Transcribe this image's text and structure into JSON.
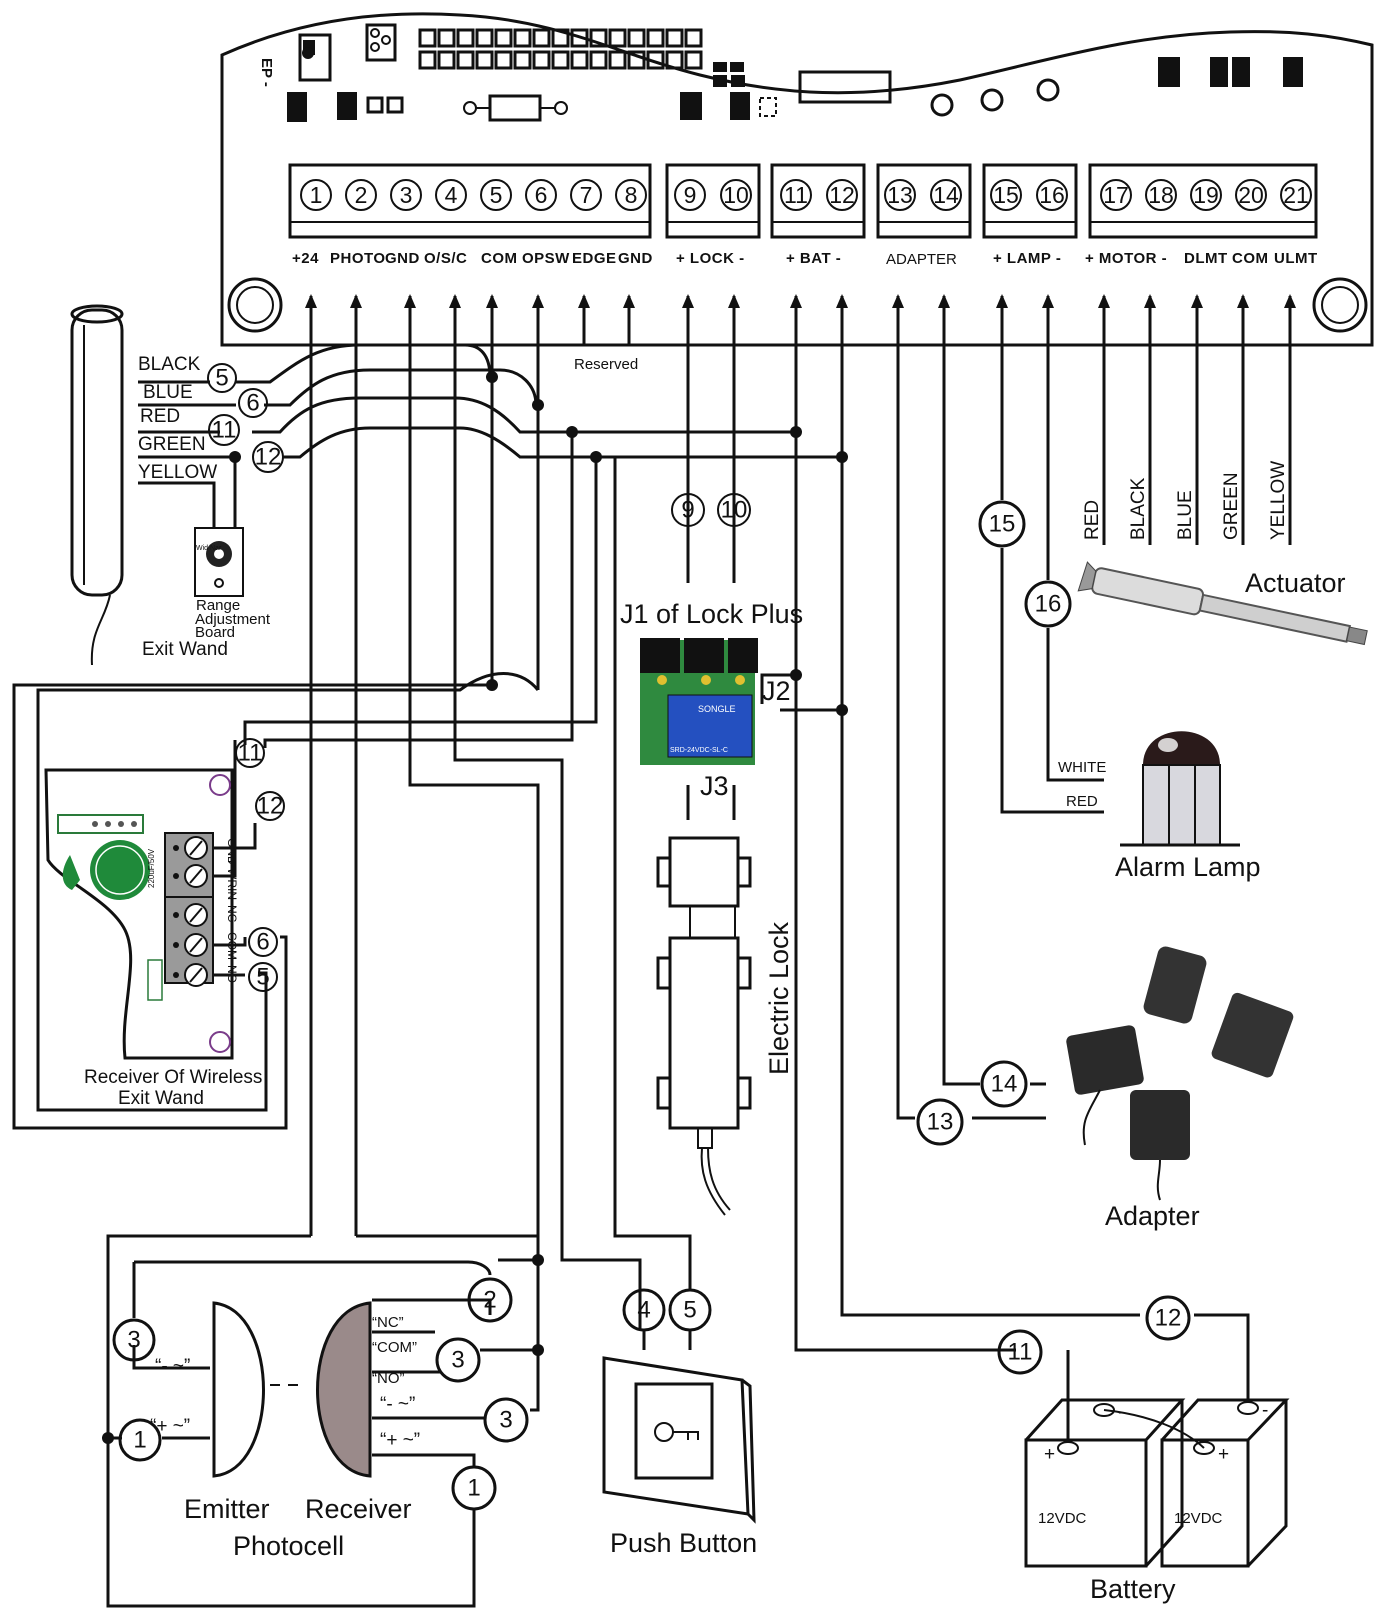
{
  "terminals": [
    {
      "n": "1"
    },
    {
      "n": "2"
    },
    {
      "n": "3"
    },
    {
      "n": "4"
    },
    {
      "n": "5"
    },
    {
      "n": "6"
    },
    {
      "n": "7"
    },
    {
      "n": "8"
    },
    {
      "n": "9"
    },
    {
      "n": "10"
    },
    {
      "n": "11"
    },
    {
      "n": "12"
    },
    {
      "n": "13"
    },
    {
      "n": "14"
    },
    {
      "n": "15"
    },
    {
      "n": "16"
    },
    {
      "n": "17"
    },
    {
      "n": "18"
    },
    {
      "n": "19"
    },
    {
      "n": "20"
    },
    {
      "n": "21"
    }
  ],
  "terminal_labels": {
    "plus24": "+24",
    "photo": "PHOTO",
    "gnd1": "GND",
    "osc": "O/S/C",
    "com1": "COM",
    "opsw": "OPSW",
    "edge": "EDGE",
    "gnd2": "GND",
    "lock": "+ LOCK -",
    "bat": "+ BAT -",
    "adapter": "ADAPTER",
    "lamp": "+ LAMP -",
    "motor": "+ MOTOR -",
    "dlmt": "DLMT",
    "com2": "COM",
    "ulmt": "ULMT"
  },
  "board_marks": {
    "ep": "EP -"
  },
  "reserved": "Reserved",
  "exit_wand": {
    "wires": [
      "BLACK",
      "BLUE",
      "RED",
      "GREEN",
      "YELLOW"
    ],
    "wire_nums": [
      "5",
      "6",
      "11",
      "12"
    ],
    "range_board": [
      "Range",
      "Adjustment",
      "Board"
    ],
    "knob": "Wid   Nar",
    "title": "Exit Wand"
  },
  "lock_plus": {
    "title": "J1 of Lock Plus",
    "j2": "J2",
    "j3": "J3",
    "relay": "SONGLE",
    "relay_model": "SRD-24VDC-SL-C",
    "n9": "9",
    "n10": "10"
  },
  "electric_lock": "Electric Lock",
  "actuator": {
    "title": "Actuator",
    "wires": [
      "RED",
      "BLACK",
      "BLUE",
      "GREEN",
      "YELLOW"
    ],
    "n15": "15",
    "n16": "16"
  },
  "alarm_lamp": {
    "title": "Alarm Lamp",
    "white": "WHITE",
    "red": "RED"
  },
  "receiver": {
    "title1": "Receiver Of Wireless",
    "title2": "Exit Wand",
    "pins": [
      "GND",
      "PWRIN",
      "NC",
      "COM",
      "NO"
    ],
    "nums": [
      "11",
      "12",
      "6",
      "5"
    ],
    "cap": "220uF/50V"
  },
  "adapter": {
    "title": "Adapter",
    "n13": "13",
    "n14": "14"
  },
  "photocell": {
    "emitter": "Emitter",
    "receiver": "Receiver",
    "title": "Photocell",
    "nc": "“NC”",
    "com": "“COM”",
    "no": "“NO”",
    "neg": "“- ~”",
    "pos": "“+ ~”",
    "e_neg": "“- ~”",
    "e_pos": "“+ ~”"
  },
  "photocell_nums": {
    "n2": "2",
    "n3a": "3",
    "n3b": "3",
    "n3c": "3",
    "n1a": "1",
    "n1b": "1"
  },
  "push_button": {
    "title": "Push Button",
    "n4": "4",
    "n5": "5"
  },
  "battery": {
    "title": "Battery",
    "cell": "12VDC",
    "n11": "11",
    "n12": "12"
  }
}
